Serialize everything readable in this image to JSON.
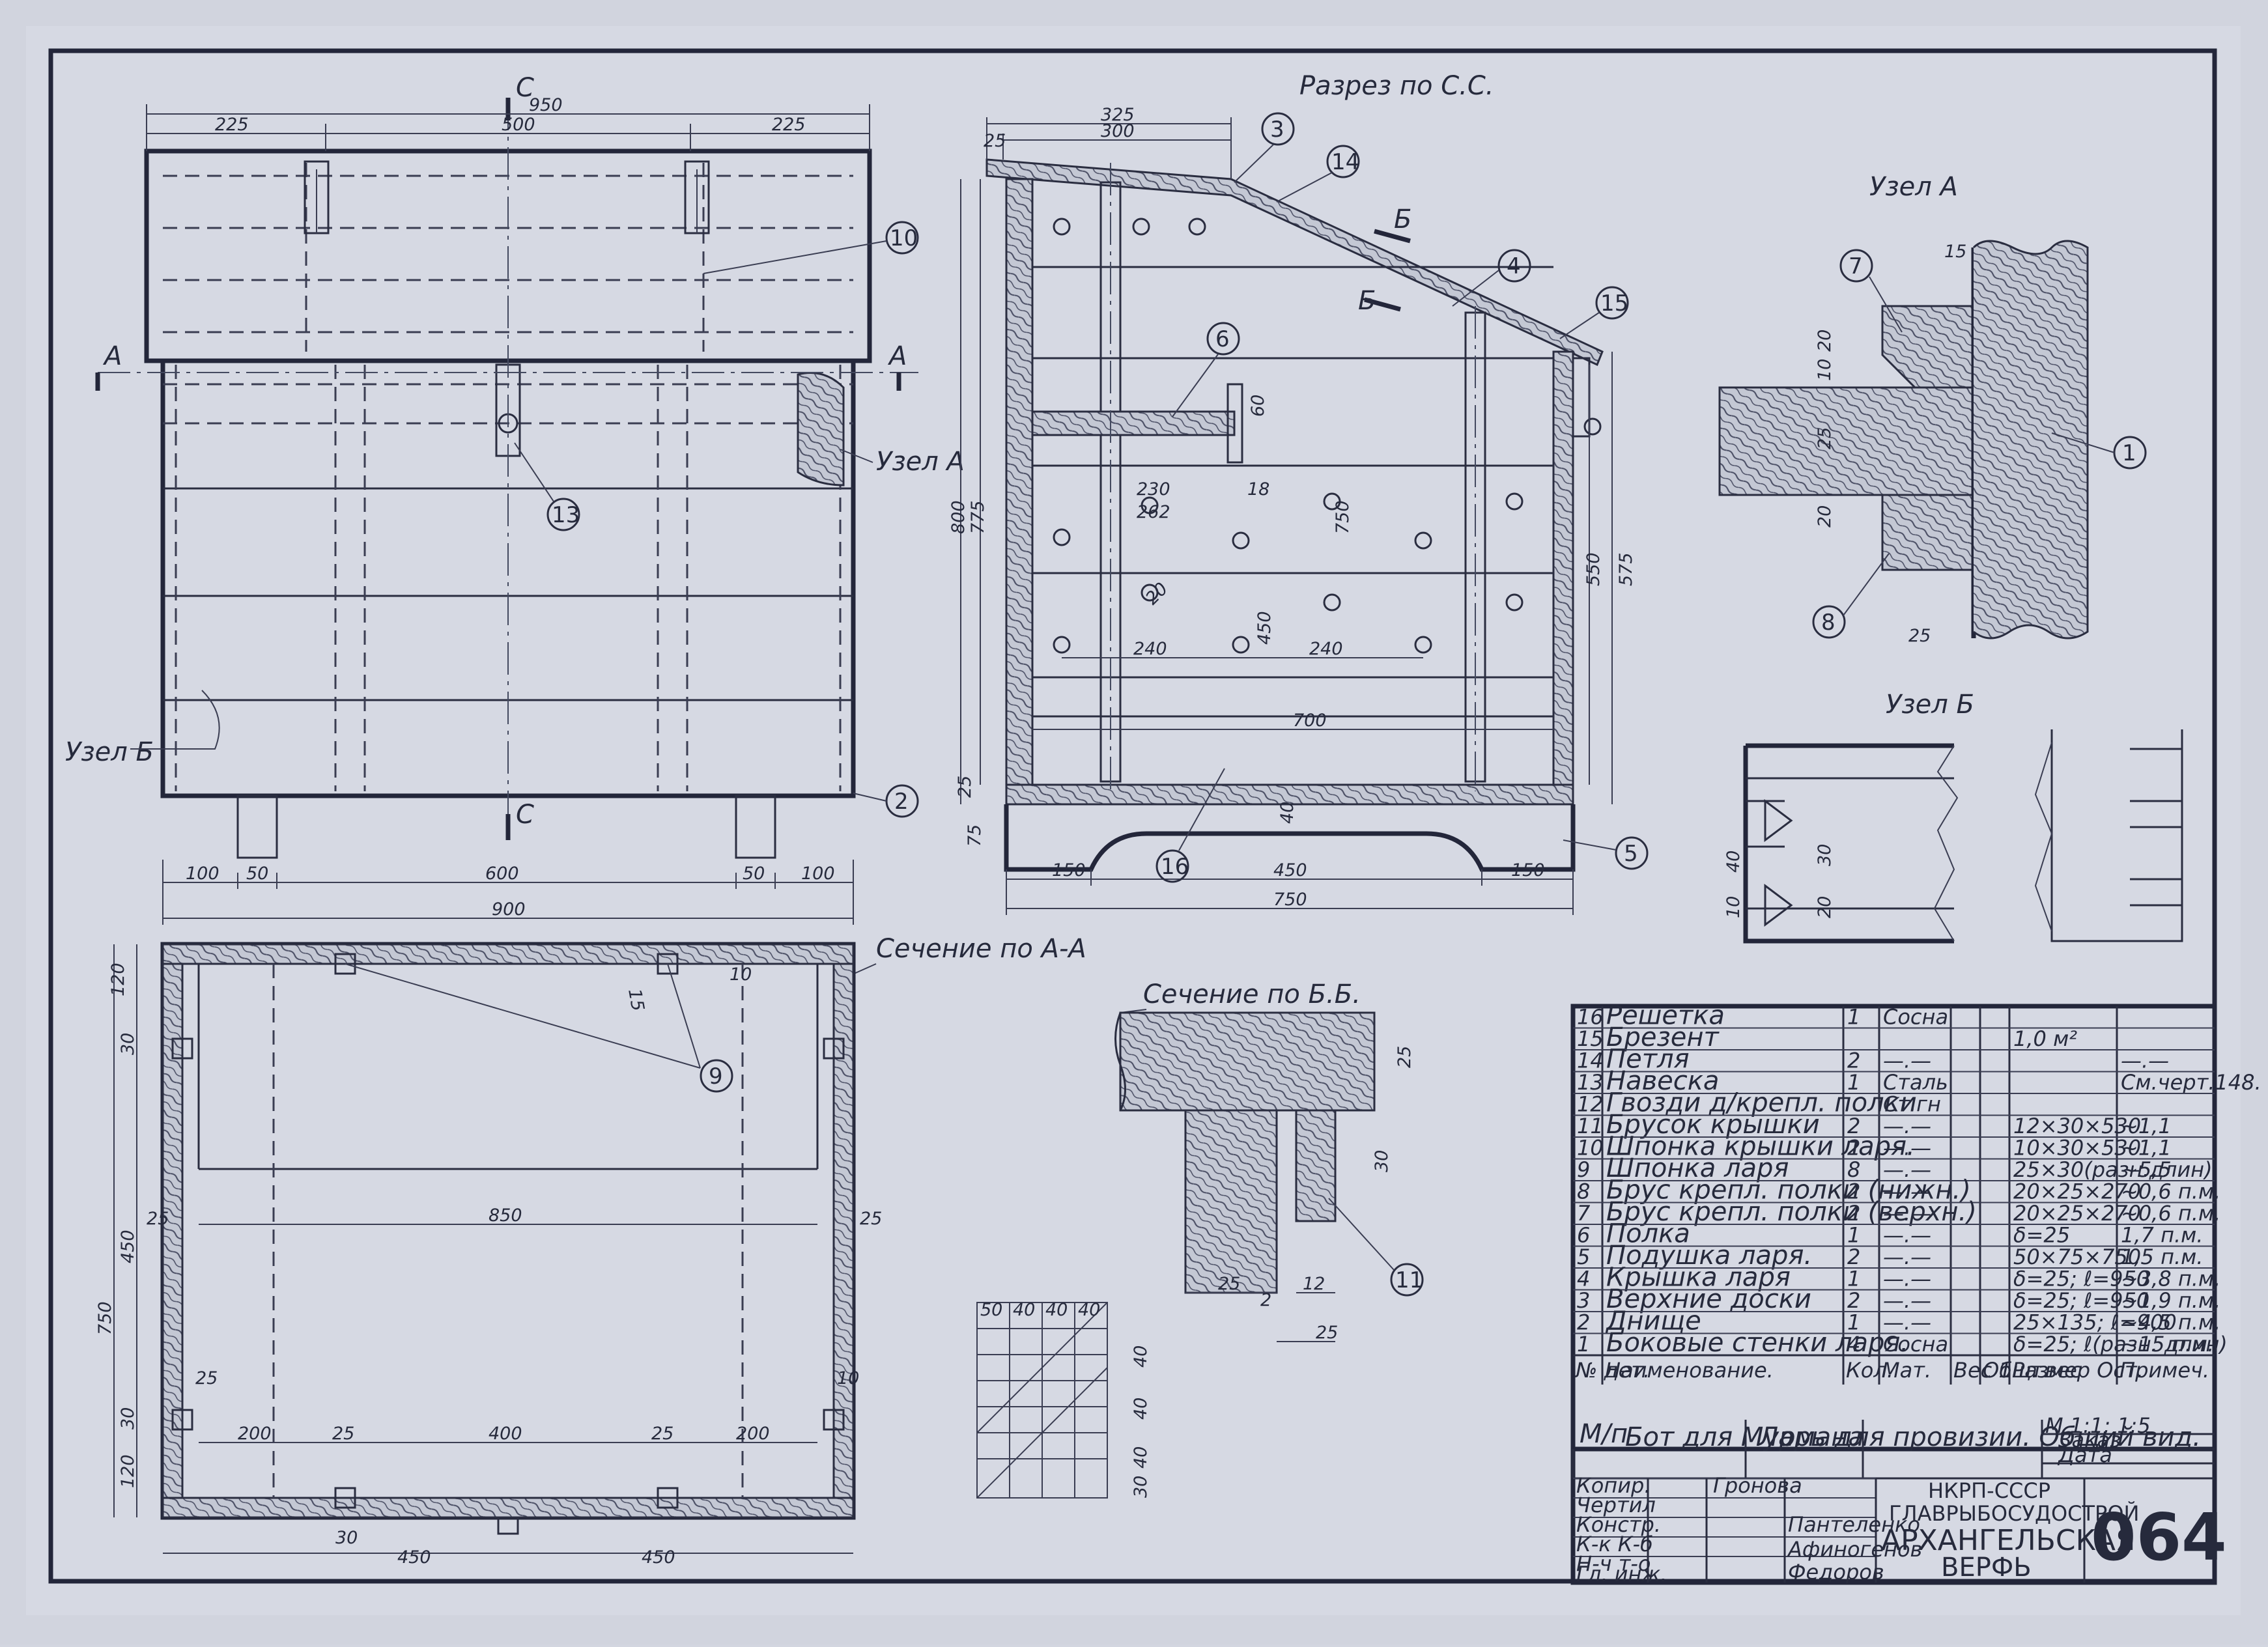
{
  "views": {
    "front": {
      "section_mark": "C",
      "view_arrow": "A",
      "node_a_label": "Узел А",
      "node_b_label": "Узел Б",
      "dims": [
        "950",
        "225",
        "500",
        "225",
        "100",
        "50",
        "600",
        "50",
        "100",
        "900"
      ]
    },
    "side": {
      "title": "Разрез по С.С.",
      "mark_b": "Б",
      "dims": [
        "325",
        "300",
        "25",
        "800",
        "775",
        "60",
        "18",
        "750",
        "230",
        "262",
        "20",
        "450",
        "240",
        "240",
        "700",
        "25",
        "75",
        "40",
        "150",
        "450",
        "150",
        "750",
        "550",
        "575"
      ]
    },
    "plan": {
      "title": "Сечение по А-А",
      "dims": [
        "120",
        "30",
        "25",
        "450",
        "750",
        "30",
        "120",
        "850",
        "25",
        "25",
        "10",
        "10",
        "15",
        "200",
        "25",
        "400",
        "25",
        "200",
        "30",
        "450",
        "450"
      ]
    },
    "node_a": {
      "title": "Узел А",
      "dims": [
        "15",
        "20",
        "10",
        "25",
        "20",
        "25"
      ]
    },
    "node_b": {
      "title": "Узел Б",
      "dims": [
        "40",
        "10",
        "30",
        "20"
      ]
    },
    "section_bb": {
      "title": "Сечение по Б.Б.",
      "dims": [
        "25",
        "30",
        "25",
        "12",
        "25",
        "2"
      ]
    },
    "callouts": [
      "1",
      "2",
      "3",
      "4",
      "5",
      "6",
      "7",
      "8",
      "9",
      "10",
      "11",
      "13",
      "14",
      "15",
      "16"
    ]
  },
  "grid_sketch": {
    "labels": [
      "50",
      "40",
      "40",
      "40",
      "40",
      "40",
      "40",
      "30"
    ]
  },
  "parts_table": {
    "rows": [
      {
        "no": "16",
        "name": "Решетка",
        "qty": "1",
        "mat": "Сосна",
        "size": "",
        "note": ""
      },
      {
        "no": "15",
        "name": "Брезент",
        "qty": "",
        "mat": "",
        "size": "1,0 м²",
        "note": ""
      },
      {
        "no": "14",
        "name": "Петля",
        "qty": "2",
        "mat": "—.—",
        "size": "",
        "note": "—.—"
      },
      {
        "no": "13",
        "name": "Навеска",
        "qty": "1",
        "mat": "Сталь",
        "size": "",
        "note": "См.черт.148."
      },
      {
        "no": "12",
        "name": "Гвозди д/крепл. полки",
        "qty": "",
        "mat": "Ст.гн",
        "size": "",
        "note": ""
      },
      {
        "no": "11",
        "name": "Брусок крышки",
        "qty": "2",
        "mat": "—.—",
        "size": "12×30×530",
        "note": "~1,1"
      },
      {
        "no": "10",
        "name": "Шпонка крышки ларя.",
        "qty": "2",
        "mat": "—.—",
        "size": "10×30×530",
        "note": "~1,1"
      },
      {
        "no": "9",
        "name": "Шпонка ларя",
        "qty": "8",
        "mat": "—.—",
        "size": "25×30(разн.длин)",
        "note": "~5,5"
      },
      {
        "no": "8",
        "name": "Брус крепл. полки (нижн.)",
        "qty": "2",
        "mat": "—.—",
        "size": "20×25×270",
        "note": "~0,6 п.м."
      },
      {
        "no": "7",
        "name": "Брус крепл. полки (верхн.)",
        "qty": "2",
        "mat": "—.—",
        "size": "20×25×270",
        "note": "~0,6 п.м."
      },
      {
        "no": "6",
        "name": "Полка",
        "qty": "1",
        "mat": "—.—",
        "size": "δ=25",
        "note": "1,7 п.м."
      },
      {
        "no": "5",
        "name": "Подушка ларя.",
        "qty": "2",
        "mat": "—.—",
        "size": "50×75×750",
        "note": "1,5 п.м."
      },
      {
        "no": "4",
        "name": "Крышка ларя",
        "qty": "1",
        "mat": "—.—",
        "size": "δ=25; ℓ=950",
        "note": "~3,8 п.м."
      },
      {
        "no": "3",
        "name": "Верхние доски",
        "qty": "2",
        "mat": "—.—",
        "size": "δ=25; ℓ=950",
        "note": "~1,9 п.м."
      },
      {
        "no": "2",
        "name": "Днище",
        "qty": "1",
        "mat": "—.—",
        "size": "25×135; ℓ=900",
        "note": "~4,5 п.м."
      },
      {
        "no": "1",
        "name": "Боковые стенки ларя.",
        "qty": "4",
        "mat": "Сосна",
        "size": "δ=25; ℓ(разн. длин)",
        "note": "~15 п.м."
      }
    ],
    "header": {
      "no": "№ дет.",
      "name": "Наименование.",
      "qty": "Кол.",
      "mat": "Мат.",
      "w1": "Вес 1шт.",
      "w2": "Общ. вес",
      "size": "Размер Ост.",
      "note": "Примеч."
    }
  },
  "title_block": {
    "project_label": "М/п",
    "project": "Бот для Мурмана",
    "drawing": "Ларь для провизии. Общий вид.",
    "scale": "М 1:1; 1:5",
    "order_label": "Заказ",
    "date_label": "Дата",
    "roles": [
      "Копир.",
      "Чертил",
      "Констр.",
      "К-к К-б",
      "Н-ч т-о",
      "Гл. инж."
    ],
    "signs": [
      "Гронова",
      "Пантеленко",
      "Афиногенов",
      "Федоров"
    ],
    "org1": "НКРП-СССР",
    "org2": "ГЛАВРЫБОСУДОСТРОЙ",
    "org3": "АРХАНГЕЛЬСКАЯ",
    "org4": "ВЕРФЬ",
    "sheet_no": "064"
  }
}
